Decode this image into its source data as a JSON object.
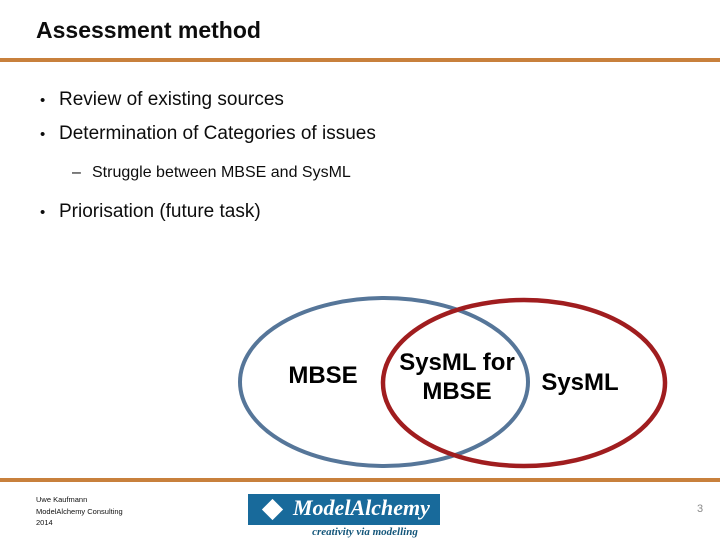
{
  "slide": {
    "title": "Assessment method",
    "page_number": "3",
    "background_color": "#FFFFFF",
    "accent_line_color": "#C8803C",
    "text_color": "#0D0D0D"
  },
  "bullets": {
    "items": [
      {
        "glyph": "•",
        "level": 1,
        "text": "Review of existing sources"
      },
      {
        "glyph": "•",
        "level": 1,
        "text": "Determination of Categories of issues"
      },
      {
        "glyph": "–",
        "level": 2,
        "text": "Struggle between MBSE and SysML"
      },
      {
        "glyph": "•",
        "level": 1,
        "text": "Priorisation (future task)"
      }
    ]
  },
  "venn": {
    "left_label": "MBSE",
    "overlap_label_line1": "SysML for",
    "overlap_label_line2": "MBSE",
    "right_label": "SysML",
    "left_ellipse_color": "#567699",
    "right_ellipse_color": "#A01D1F"
  },
  "footer": {
    "author_line1": "Uwe Kaufmann",
    "author_line2": "ModelAlchemy Consulting",
    "author_line3": "2014",
    "logo_name": "ModelAlchemy",
    "logo_tagline": "creativity via modelling",
    "logo_bg_color": "#186A9B",
    "diamond_icon": "◆"
  }
}
